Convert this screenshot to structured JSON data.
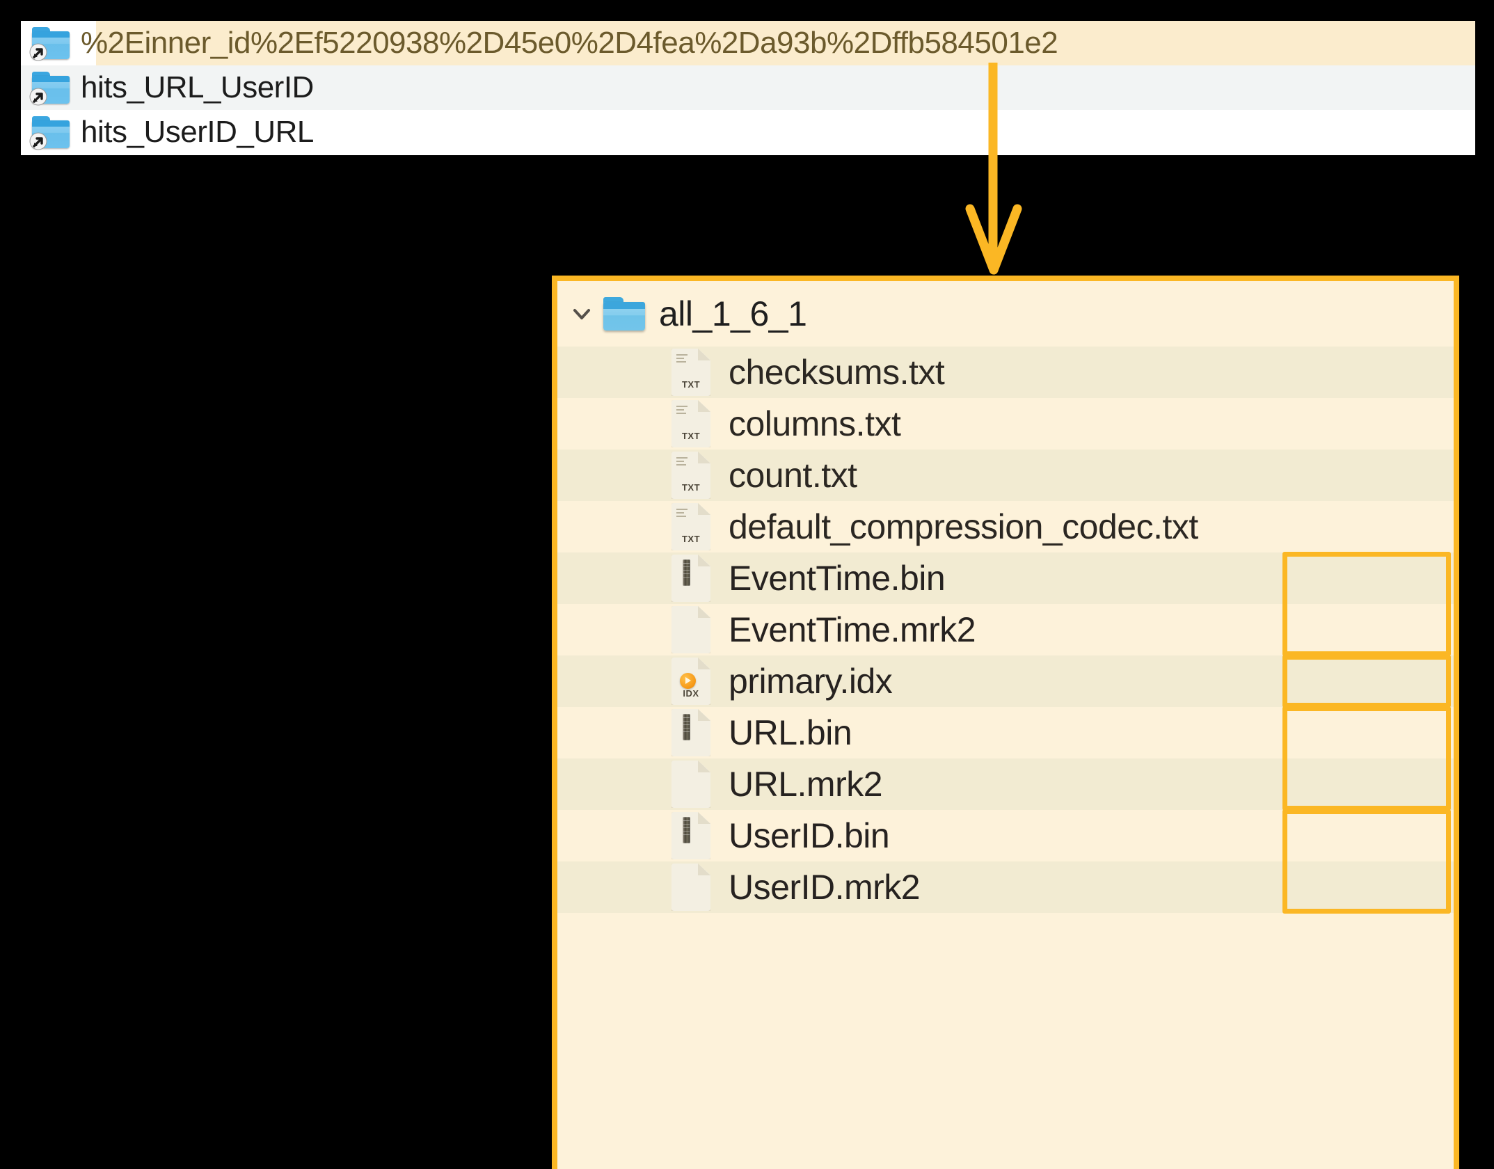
{
  "top_list": {
    "name": "symlink-folder-list",
    "rows": [
      {
        "label": "%2Einner_id%2Ef5220938%2D45e0%2D4fea%2Da93b%2Dffb584501e2",
        "icon": "folder-symlink-icon",
        "highlighted": true
      },
      {
        "label": "hits_URL_UserID",
        "icon": "folder-symlink-icon",
        "highlighted": false
      },
      {
        "label": "hits_UserID_URL",
        "icon": "folder-symlink-icon",
        "highlighted": false
      }
    ]
  },
  "connector": {
    "name": "down-arrow-connector",
    "color": "#FBB724"
  },
  "detail_panel": {
    "name": "part-directory-panel",
    "border_color": "#FBB724",
    "background": "#FDF2DA",
    "root": {
      "label": "all_1_6_1",
      "icon": "folder-icon",
      "chevron": "chevron-down-icon",
      "expanded": true
    },
    "files": [
      {
        "label": "checksums.txt",
        "icon": "txt-file-icon",
        "kind": "txt",
        "shade": "a",
        "boxed": false
      },
      {
        "label": "columns.txt",
        "icon": "txt-file-icon",
        "kind": "txt",
        "shade": "b",
        "boxed": false
      },
      {
        "label": "count.txt",
        "icon": "txt-file-icon",
        "kind": "txt",
        "shade": "a",
        "boxed": false
      },
      {
        "label": "default_compression_codec.txt",
        "icon": "txt-file-icon",
        "kind": "txt",
        "shade": "b",
        "boxed": false
      },
      {
        "label": "EventTime.bin",
        "icon": "bin-file-icon",
        "kind": "bin",
        "shade": "a",
        "boxed": true
      },
      {
        "label": "EventTime.mrk2",
        "icon": "mrk-file-icon",
        "kind": "mrk",
        "shade": "b",
        "boxed": true
      },
      {
        "label": "primary.idx",
        "icon": "idx-file-icon",
        "kind": "idx",
        "shade": "a",
        "boxed": true
      },
      {
        "label": "URL.bin",
        "icon": "bin-file-icon",
        "kind": "bin",
        "shade": "b",
        "boxed": true
      },
      {
        "label": "URL.mrk2",
        "icon": "mrk-file-icon",
        "kind": "mrk",
        "shade": "a",
        "boxed": true
      },
      {
        "label": "UserID.bin",
        "icon": "bin-file-icon",
        "kind": "bin",
        "shade": "b",
        "boxed": true
      },
      {
        "label": "UserID.mrk2",
        "icon": "mrk-file-icon",
        "kind": "mrk",
        "shade": "a",
        "boxed": true
      }
    ],
    "highlight_groups": [
      {
        "name": "eventtime-column-files",
        "start_index": 4,
        "count": 2
      },
      {
        "name": "primary-index-file",
        "start_index": 6,
        "count": 1
      },
      {
        "name": "url-column-files",
        "start_index": 7,
        "count": 2
      },
      {
        "name": "userid-column-files",
        "start_index": 9,
        "count": 2
      }
    ]
  },
  "icon_glyphs": {
    "txt_badge": "TXT",
    "idx_badge": "IDX"
  }
}
